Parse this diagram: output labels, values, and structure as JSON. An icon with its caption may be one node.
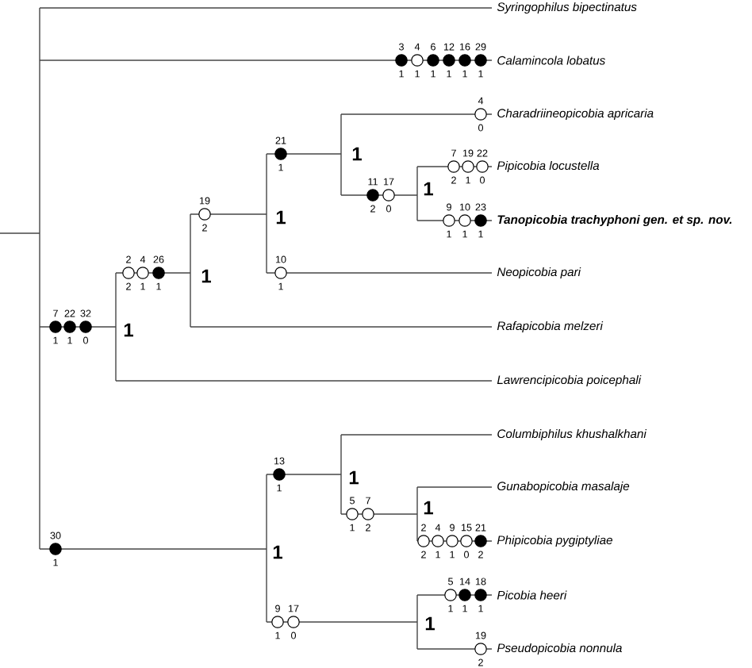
{
  "diagram": {
    "nodes": [
      {
        "text": [
          "Syringophilus bipectinatus"
        ]
      },
      {
        "text": [
          "Calamincola lobatus"
        ]
      },
      {
        "text": [
          "Charadriineopicobia apricaria"
        ]
      },
      {
        "text": [
          "Pipicobia locustella"
        ]
      },
      {
        "text": [
          "Tanopicobia trachyphoni gen. et sp. nov."
        ]
      },
      {
        "text": [
          "Neopicobia pari"
        ]
      },
      {
        "text": [
          "Rafapicobia melzeri"
        ]
      },
      {
        "text": [
          "Lawrencipicobia poicephali"
        ]
      },
      {
        "text": [
          "Columbiphilus khushalkhani"
        ]
      },
      {
        "text": [
          "Gunabopicobia masalaje"
        ]
      },
      {
        "text": [
          "Phipicobia pygiptyliae"
        ]
      },
      {
        "text": [
          "Picobia heeri"
        ]
      },
      {
        "text": [
          "Pseudopicobia nonnula"
        ]
      }
    ],
    "labels": [
      "3",
      "1",
      "4",
      "1",
      "6",
      "1",
      "12",
      "1",
      "16",
      "1",
      "29",
      "1",
      "4",
      "0",
      "21",
      "1",
      "1",
      "7",
      "2",
      "19",
      "1",
      "22",
      "0",
      "1",
      "11",
      "2",
      "17",
      "0",
      "19",
      "2",
      "1",
      "9",
      "1",
      "10",
      "1",
      "23",
      "1",
      "2",
      "2",
      "4",
      "1",
      "26",
      "1",
      "1",
      "10",
      "1",
      "7",
      "1",
      "22",
      "1",
      "32",
      "0",
      "1",
      "13",
      "1",
      "1",
      "1",
      "5",
      "1",
      "7",
      "2",
      "2",
      "2",
      "4",
      "1",
      "9",
      "1",
      "15",
      "0",
      "21",
      "2",
      "30",
      "1",
      "1",
      "5",
      "1",
      "14",
      "1",
      "18",
      "1",
      "9",
      "1",
      "17",
      "0",
      "1",
      "19",
      "2"
    ]
  }
}
